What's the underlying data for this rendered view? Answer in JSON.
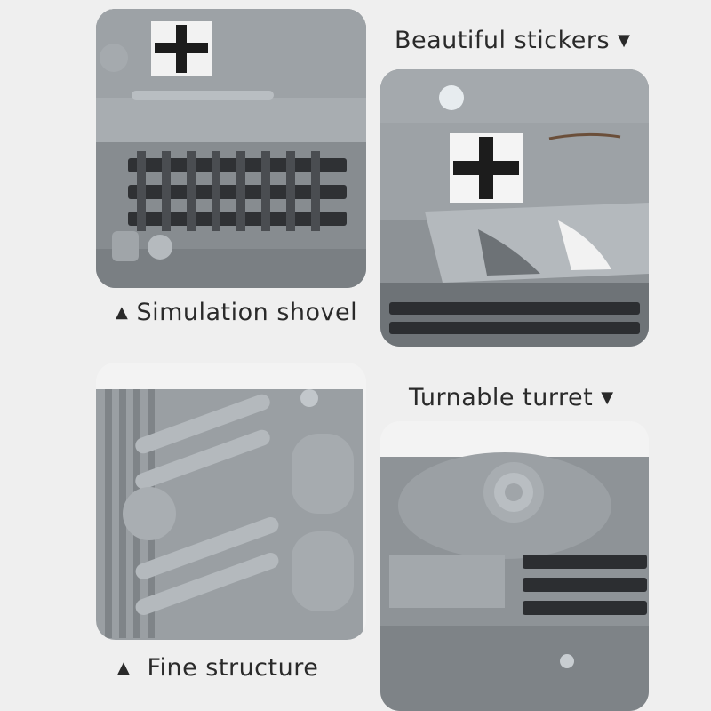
{
  "captions": {
    "stickers": "Beautiful stickers",
    "shovel": "Simulation shovel",
    "turret": "Turnable turret",
    "structure": "Fine structure"
  },
  "glyphs": {
    "down": "▼",
    "up": "▲"
  },
  "colors": {
    "background": "#efefef",
    "brick_grey": "#8d9296",
    "brick_light": "#b7bcc0",
    "track_dark": "#2f3134",
    "decal_black": "#1c1c1c",
    "decal_white": "#f4f4f4"
  }
}
